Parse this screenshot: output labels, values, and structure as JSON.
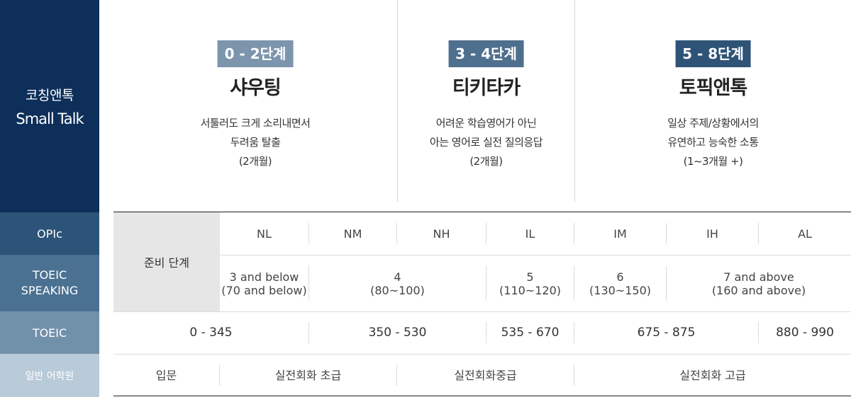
{
  "sidebar": {
    "program_ko": "코칭앤톡",
    "program_en": "Small Talk",
    "opic": "OPIc",
    "toeic_speaking_1": "TOEIC",
    "toeic_speaking_2": "SPEAKING",
    "toeic": "TOEIC",
    "general": "일반 어학원"
  },
  "stages": [
    {
      "badge": "0 - 2단계",
      "name": "샤우팅",
      "desc1": "서툴러도 크게 소리내면서",
      "desc2": "두려움 탈출",
      "desc3": "(2개월)"
    },
    {
      "badge": "3 - 4단계",
      "name": "티키타카",
      "desc1": "어려운 학습영어가 아닌",
      "desc2": "아는 영어로 실전 질의응답",
      "desc3": "(2개월)"
    },
    {
      "badge": "5 - 8단계",
      "name": "토픽앤톡",
      "desc1": "일상 주제/상황에서의",
      "desc2": "유연하고 능숙한 소통",
      "desc3": "(1~3개월 +)"
    }
  ],
  "prep_label": "준비 단계",
  "opic_levels": [
    "NL",
    "NM",
    "NH",
    "IL",
    "IM",
    "IH",
    "AL"
  ],
  "toeic_speaking": [
    {
      "l1": "3 and below",
      "l2": "(70 and below)"
    },
    {
      "l1": "4",
      "l2": "(80~100)"
    },
    {
      "l1": "5",
      "l2": "(110~120)"
    },
    {
      "l1": "6",
      "l2": "(130~150)"
    },
    {
      "l1": "7 and above",
      "l2": "(160 and above)"
    }
  ],
  "toeic_scores": [
    "0 - 345",
    "350 - 530",
    "535 - 670",
    "675 - 875",
    "880 - 990"
  ],
  "general_levels": [
    "입문",
    "실전회화 초급",
    "실전회화중급",
    "실전회화 고급"
  ],
  "colors": {
    "sidebar_main": "#0d2f5a",
    "sidebar_opic": "#2c5478",
    "sidebar_toeic_speaking": "#4b7192",
    "sidebar_toeic": "#7190aa",
    "sidebar_general": "#b9cad8",
    "badge_1": "#7c95ad",
    "badge_2": "#4f6f8e",
    "badge_3": "#2e5377",
    "prep_bg": "#e6e6e6"
  }
}
